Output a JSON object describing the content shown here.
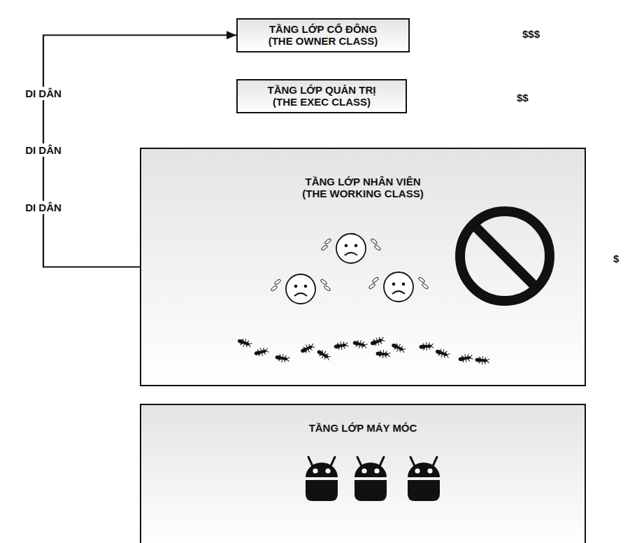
{
  "diagram": {
    "nodes": [
      {
        "text": [
          "TẦNG LỚP CỔ ĐÔNG (THE OWNER CLASS)"
        ]
      },
      {
        "text": [
          "TẦNG LỚP QUẢN TRỊ (THE EXEC CLASS)"
        ]
      },
      {
        "text": [
          "TẦNG LỚP NHÂN VIÊN (THE WORKING CLASS)"
        ]
      },
      {
        "text": [
          "TẦNG LỚP MÁY MÓC"
        ]
      }
    ],
    "edges": [
      {
        "from": 2,
        "to": 0,
        "arrow": "to"
      }
    ],
    "labels": [
      "$$$",
      "$$",
      "$",
      "DI DÂN",
      "DI DÂN",
      "DI DÂN"
    ]
  }
}
